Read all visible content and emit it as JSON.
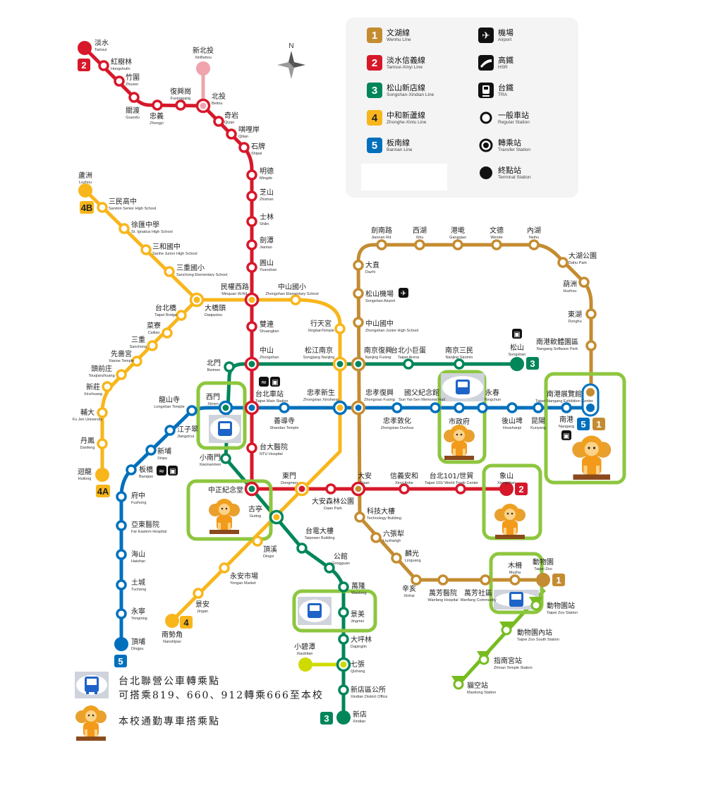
{
  "compass": {
    "north": "N"
  },
  "legend": {
    "lines": [
      {
        "num": "1",
        "zh": "文湖線",
        "en": "Wenhu Line",
        "color": "#c48c31"
      },
      {
        "num": "2",
        "zh": "淡水信義線",
        "en": "Tamsui-Xinyi Line",
        "color": "#d7182a"
      },
      {
        "num": "3",
        "zh": "松山新店線",
        "en": "Songshan-Xindian Line",
        "color": "#008659"
      },
      {
        "num": "4",
        "zh": "中和新蘆線",
        "en": "Zhonghe-Xinlu Line",
        "color": "#f8b61c"
      },
      {
        "num": "5",
        "zh": "板南線",
        "en": "Bannan Line",
        "color": "#0070bd"
      }
    ],
    "symbols": [
      {
        "icon": "airport-icon",
        "zh": "機場",
        "en": "Airport"
      },
      {
        "icon": "hsr-icon",
        "zh": "高鐵",
        "en": "HSR"
      },
      {
        "icon": "tra-icon",
        "zh": "台鐵",
        "en": "TRA"
      },
      {
        "icon": "regular-station-icon",
        "zh": "一般車站",
        "en": "Regular Station"
      },
      {
        "icon": "transfer-station-icon",
        "zh": "轉乘站",
        "en": "Transfer Station"
      },
      {
        "icon": "terminal-station-icon",
        "zh": "終點站",
        "en": "Terminal Station"
      }
    ]
  },
  "notes": {
    "bus_title": "台北聯營公車轉乘點",
    "bus_detail": "可搭乘819、660、912轉乘666至本校",
    "shuttle": "本校通勤專車搭乘點"
  },
  "badges": {
    "l1": "1",
    "l2": "2",
    "l3": "3",
    "l4": "4",
    "l4a": "4A",
    "l4b": "4B",
    "l5": "5"
  },
  "stations": {
    "tamsui": {
      "zh": "淡水",
      "en": "Tamsui"
    },
    "hongshulin": {
      "zh": "紅樹林",
      "en": "Hongshulin"
    },
    "zhuwei": {
      "zh": "竹圍",
      "en": "Zhuwei"
    },
    "guandu": {
      "zh": "關渡",
      "en": "Guandu"
    },
    "zhongyi": {
      "zh": "忠義",
      "en": "Zhongyi"
    },
    "fuxinggang": {
      "zh": "復興崗",
      "en": "Fuxinggang"
    },
    "xinbeitou": {
      "zh": "新北投",
      "en": "XinBeitou"
    },
    "beitou": {
      "zh": "北投",
      "en": "Beitou"
    },
    "qiyan": {
      "zh": "奇岩",
      "en": "Qiyan"
    },
    "qilian": {
      "zh": "唭哩岸",
      "en": "Qilian"
    },
    "shipai": {
      "zh": "石牌",
      "en": "Shipai"
    },
    "mingde": {
      "zh": "明德",
      "en": "Mingde"
    },
    "zhishan": {
      "zh": "芝山",
      "en": "Zhishan"
    },
    "shilin": {
      "zh": "士林",
      "en": "Shilin"
    },
    "jiantan": {
      "zh": "劍潭",
      "en": "Jiantan"
    },
    "yuanshan": {
      "zh": "圓山",
      "en": "Yuanshan"
    },
    "minquan": {
      "zh": "民權西路",
      "en": "Minquan W.Rd."
    },
    "shuanglian": {
      "zh": "雙連",
      "en": "Shuanglian"
    },
    "zhongshan": {
      "zh": "中山",
      "en": "Zhongshan"
    },
    "taipei_main": {
      "zh": "台北車站",
      "en": "Taipei Main Station"
    },
    "ntu_hospital": {
      "zh": "台大醫院",
      "en": "NTU Hospital"
    },
    "cks": {
      "zh": "中正紀念堂",
      "en": ""
    },
    "dongmen": {
      "zh": "東門",
      "en": "Dongmen"
    },
    "daan_park": {
      "zh": "大安森林公園",
      "en": "Daan Park"
    },
    "daan": {
      "zh": "大安",
      "en": "Daan"
    },
    "xinyi_anhe": {
      "zh": "信義安和",
      "en": "Xinyi Anhe"
    },
    "taipei101": {
      "zh": "台北101/世貿",
      "en": "Taipei 101/ World Trade Center"
    },
    "xiangshan": {
      "zh": "象山",
      "en": "Xiangshan"
    },
    "luzhou": {
      "zh": "蘆洲",
      "en": "Luzhou"
    },
    "sanmin": {
      "zh": "三民高中",
      "en": "Sanmin Senior High School"
    },
    "stignatius": {
      "zh": "徐匯中學",
      "en": "St. Ignatius High School"
    },
    "sanhe": {
      "zh": "三和國中",
      "en": "Sanhe Junior High School"
    },
    "sanchong_es": {
      "zh": "三重國小",
      "en": "Sanchong Elementary School"
    },
    "daqiaotou": {
      "zh": "大橋頭",
      "en": "Daqiaotou"
    },
    "zhongshan_es": {
      "zh": "中山國小",
      "en": "Zhongshan Elementary School"
    },
    "xingtian": {
      "zh": "行天宮",
      "en": "XingtianTemple"
    },
    "songjiang": {
      "zh": "松江南京",
      "en": "Songjiang Nanjing"
    },
    "zx_xinsheng": {
      "zh": "忠孝新生",
      "en": "Zhongxiao Xinsheng"
    },
    "guting": {
      "zh": "古亭",
      "en": "Guting"
    },
    "dingxi": {
      "zh": "頂溪",
      "en": "Dingxi"
    },
    "yongan": {
      "zh": "永安市場",
      "en": "Yongan Market"
    },
    "jingan": {
      "zh": "景安",
      "en": "Jingan"
    },
    "nanshijiao": {
      "zh": "南勢角",
      "en": "Nanshijiao"
    },
    "taipei_bridge": {
      "zh": "台北橋",
      "en": "Taipei Bridge"
    },
    "cailiao": {
      "zh": "菜寮",
      "en": "Cailiao"
    },
    "sanchong": {
      "zh": "三重",
      "en": "Sanchong"
    },
    "xianse": {
      "zh": "先嗇宮",
      "en": "Xianse Temple"
    },
    "touqianzhuang": {
      "zh": "頭前庄",
      "en": "Touqianzhuang"
    },
    "xinzhuang": {
      "zh": "新莊",
      "en": "Xinzhuang"
    },
    "fujen": {
      "zh": "輔大",
      "en": "Fu Jen University"
    },
    "danfeng": {
      "zh": "丹鳳",
      "en": "Danfeng"
    },
    "huilong": {
      "zh": "迴龍",
      "en": "Huilong"
    },
    "songshan": {
      "zh": "松山",
      "en": "Songshan"
    },
    "nj_sanmin": {
      "zh": "南京三民",
      "en": "Nanjing Sanmin"
    },
    "taipei_arena": {
      "zh": "台北小巨蛋",
      "en": "Taipei Arena"
    },
    "nj_fuxing": {
      "zh": "南京復興",
      "en": "Nanjing Fuxing"
    },
    "beimen": {
      "zh": "北門",
      "en": "Beimen"
    },
    "ximen": {
      "zh": "西門",
      "en": "Ximen"
    },
    "xiaonanmen": {
      "zh": "小南門",
      "en": "Xiaonanmen"
    },
    "taipower": {
      "zh": "台電大樓",
      "en": "Taipower Building"
    },
    "gongguan": {
      "zh": "公館",
      "en": "Gongguan"
    },
    "wanlong": {
      "zh": "萬隆",
      "en": "Wanlong"
    },
    "jingmei": {
      "zh": "景美",
      "en": "Jingmei"
    },
    "dapinglin": {
      "zh": "大坪林",
      "en": "Dapinglin"
    },
    "qizhang": {
      "zh": "七張",
      "en": "Qizhang"
    },
    "xindian_office": {
      "zh": "新店區公所",
      "en": "Xindian District Office"
    },
    "xindian": {
      "zh": "新店",
      "en": "Xindian"
    },
    "xiaobitan": {
      "zh": "小碧潭",
      "en": "Xiaobitan"
    },
    "dingpu": {
      "zh": "頂埔",
      "en": "Dingpu"
    },
    "yongning": {
      "zh": "永寧",
      "en": "Yongning"
    },
    "tucheng": {
      "zh": "土城",
      "en": "Tucheng"
    },
    "haishan": {
      "zh": "海山",
      "en": "Haishan"
    },
    "far_eastern": {
      "zh": "亞東醫院",
      "en": "Far Eastern Hospital"
    },
    "fuzhong": {
      "zh": "府中",
      "en": "Fuzhong"
    },
    "banqiao": {
      "zh": "板橋",
      "en": "Banqiao"
    },
    "xinpu": {
      "zh": "新埔",
      "en": "Xinpu"
    },
    "jiangzicui": {
      "zh": "江子翠",
      "en": "Jiangzicui"
    },
    "longshan": {
      "zh": "龍山寺",
      "en": "Longshan Temple"
    },
    "shandao": {
      "zh": "善導寺",
      "en": "Shandao Temple"
    },
    "zx_fuxing": {
      "zh": "忠孝復興",
      "en": "Zhongxiao Fuxing"
    },
    "zx_dunhua": {
      "zh": "忠孝敦化",
      "en": "Zhongxiao Dunhua"
    },
    "sunyatsen": {
      "zh": "國父紀念館",
      "en": "Sun Yat-Sen Memorial Hall"
    },
    "cityhall": {
      "zh": "市政府",
      "en": ""
    },
    "yongchun": {
      "zh": "永春",
      "en": "Yongchun"
    },
    "houshanpi": {
      "zh": "後山埤",
      "en": "Houshanpi"
    },
    "kunyang": {
      "zh": "昆陽",
      "en": "Kunyang"
    },
    "nangang": {
      "zh": "南港",
      "en": "Nangang"
    },
    "nangang_exh": {
      "zh": "南港展覽館",
      "en": "Taipei Nangang Exhibition Center"
    },
    "zoo": {
      "zh": "動物園",
      "en": "Taipei Zoo"
    },
    "muzha": {
      "zh": "木柵",
      "en": "Muzha"
    },
    "wanfang_comm": {
      "zh": "萬芳社區",
      "en": "Wanfang Community"
    },
    "wanfang_hosp": {
      "zh": "萬芳醫院",
      "en": "Wanfang Hospital"
    },
    "xinhai": {
      "zh": "辛亥",
      "en": "Xinhai"
    },
    "linguang": {
      "zh": "麟光",
      "en": "Linguang"
    },
    "liuzhangli": {
      "zh": "六張犁",
      "en": "Liuzhangli"
    },
    "technology": {
      "zh": "科技大樓",
      "en": "Technology Building"
    },
    "zhongshan_jhs": {
      "zh": "中山國中",
      "en": "Zhongshan Junior High School"
    },
    "songshan_airport": {
      "zh": "松山機場",
      "en": "Songshan Airport"
    },
    "dazhi": {
      "zh": "大直",
      "en": "Dazhi"
    },
    "jiannan": {
      "zh": "劍南路",
      "en": "Jiannan Rd."
    },
    "xihu": {
      "zh": "西湖",
      "en": "Xihu"
    },
    "gangqian": {
      "zh": "港墘",
      "en": "Gangqian"
    },
    "wende": {
      "zh": "文德",
      "en": "Wende"
    },
    "neihu": {
      "zh": "內湖",
      "en": "Neihu"
    },
    "dahu": {
      "zh": "大湖公園",
      "en": "Dahu Park"
    },
    "huzhou": {
      "zh": "葫洲",
      "en": "Huzhou"
    },
    "donghu": {
      "zh": "東湖",
      "en": "Donghu"
    },
    "nangang_software": {
      "zh": "南港軟體園區",
      "en": "Nangang Software Park"
    },
    "gondola_zoo": {
      "zh": "動物園站",
      "en": "Taipei Zoo Station"
    },
    "gondola_zoo_south": {
      "zh": "動物園內站",
      "en": "Taipei Zoo South Station"
    },
    "gondola_zhinan": {
      "zh": "指南宮站",
      "en": "Zhinan Temple Station"
    },
    "gondola_maokong": {
      "zh": "貓空站",
      "en": "Maokong Station"
    }
  },
  "colors": {
    "red": "#d7182a",
    "orange": "#f8b61c",
    "green": "#008659",
    "blue": "#0070bd",
    "brown": "#c48c31",
    "pink": "#f0a4ad",
    "lime": "#cfdb00",
    "gondola": "#77bc1f",
    "highlight": "#8dc63f"
  }
}
